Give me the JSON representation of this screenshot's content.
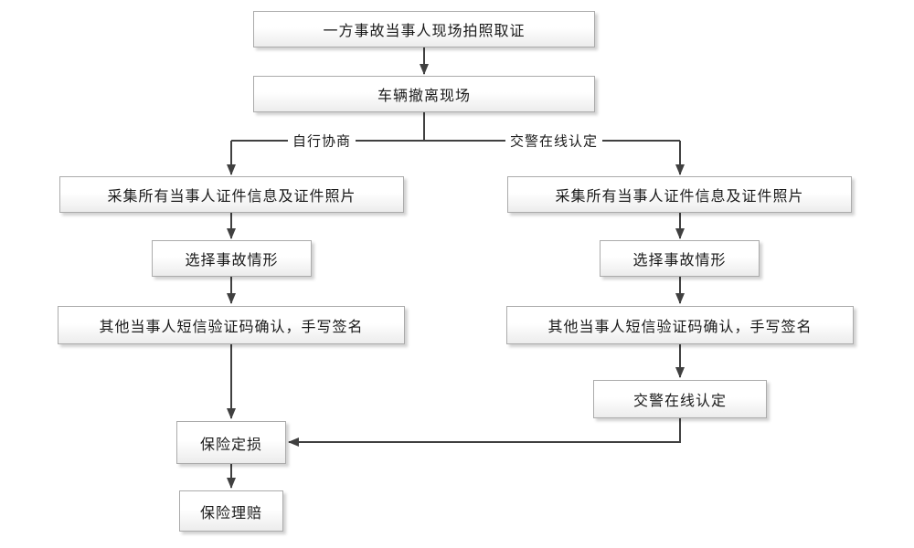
{
  "diagram": {
    "type": "flowchart",
    "nodes": {
      "photo_evidence": {
        "label": "一方事故当事人现场拍照取证"
      },
      "vehicle_evacuate": {
        "label": "车辆撤离现场"
      },
      "left_collect": {
        "label": "采集所有当事人证件信息及证件照片"
      },
      "left_scenario": {
        "label": "选择事故情形"
      },
      "left_sms_sign": {
        "label": "其他当事人短信验证码确认，手写签名"
      },
      "right_collect": {
        "label": "采集所有当事人证件信息及证件照片"
      },
      "right_scenario": {
        "label": "选择事故情形"
      },
      "right_sms_sign": {
        "label": "其他当事人短信验证码确认，手写签名"
      },
      "police_online": {
        "label": "交警在线认定"
      },
      "insurance_assess": {
        "label": "保险定损"
      },
      "insurance_claim": {
        "label": "保险理赔"
      }
    },
    "branch_labels": {
      "left": "自行协商",
      "right": "交警在线认定"
    },
    "colors": {
      "line": "#404040",
      "box_border": "#ababab",
      "box_fill_top": "#ffffff",
      "box_fill_bottom": "#ececec",
      "text": "#1a1a1a",
      "background": "#ffffff"
    }
  }
}
